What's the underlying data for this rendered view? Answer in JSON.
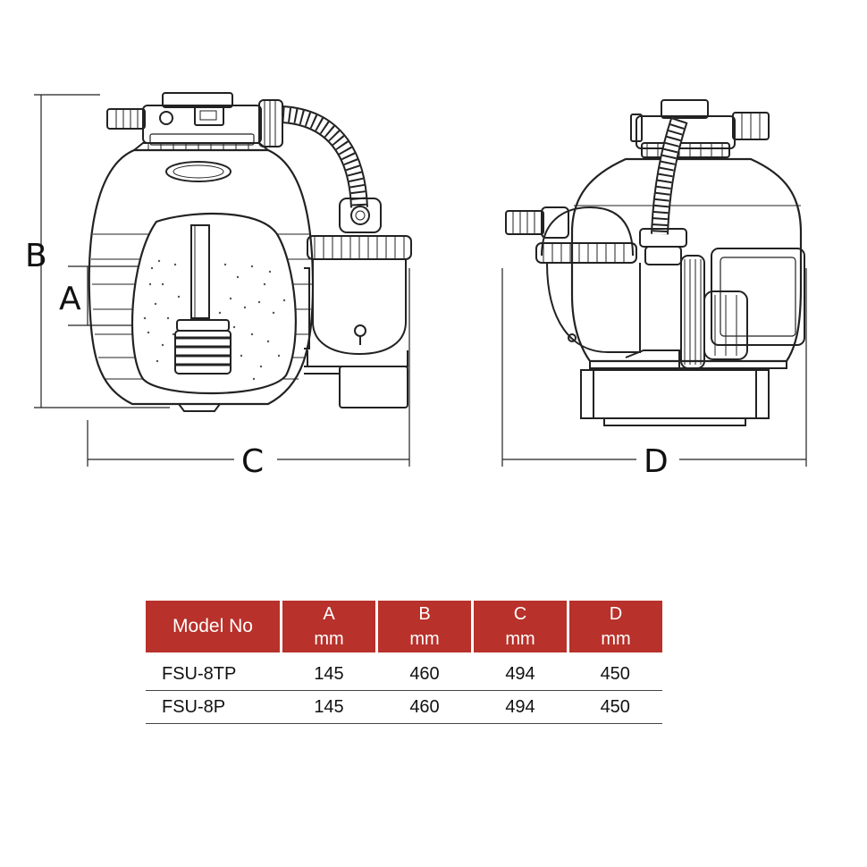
{
  "dimension_labels": {
    "A": "A",
    "B": "B",
    "C": "C",
    "D": "D"
  },
  "table": {
    "headers": [
      {
        "line1": "Model No",
        "line2": ""
      },
      {
        "line1": "A",
        "line2": "mm"
      },
      {
        "line1": "B",
        "line2": "mm"
      },
      {
        "line1": "C",
        "line2": "mm"
      },
      {
        "line1": "D",
        "line2": "mm"
      }
    ],
    "rows": [
      {
        "model": "FSU-8TP",
        "a": "145",
        "b": "460",
        "c": "494",
        "d": "450"
      },
      {
        "model": "FSU-8P",
        "a": "145",
        "b": "460",
        "c": "494",
        "d": "450"
      }
    ]
  },
  "colors": {
    "header_bg": "#b8312b",
    "line": "#222222",
    "filter_media": "#555555"
  }
}
